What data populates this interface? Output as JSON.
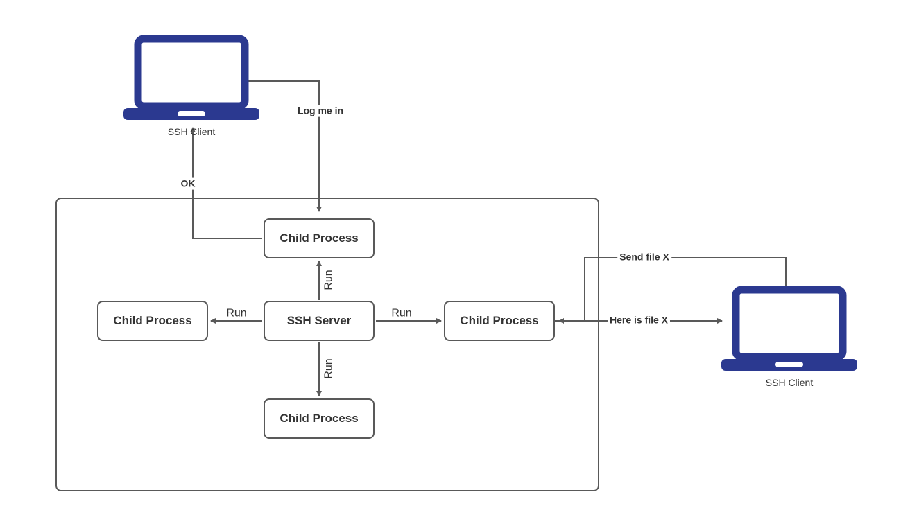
{
  "diagram": {
    "nodes": {
      "client_top": {
        "label": "SSH Client"
      },
      "client_right": {
        "label": "SSH Client"
      },
      "server": {
        "label": "SSH Server"
      },
      "child_top": {
        "label": "Child Process"
      },
      "child_left": {
        "label": "Child Process"
      },
      "child_right": {
        "label": "Child Process"
      },
      "child_bottom": {
        "label": "Child Process"
      }
    },
    "edges": {
      "log_me_in": {
        "label": "Log me in"
      },
      "ok": {
        "label": "OK"
      },
      "run_top": {
        "label": "Run"
      },
      "run_left": {
        "label": "Run"
      },
      "run_right": {
        "label": "Run"
      },
      "run_bottom": {
        "label": "Run"
      },
      "send_file": {
        "label": "Send file X"
      },
      "here_is_file": {
        "label": "Here is file X"
      }
    },
    "colors": {
      "laptop": "#2b3990",
      "line": "#595959",
      "box_border": "#595959",
      "text": "#333333"
    }
  }
}
